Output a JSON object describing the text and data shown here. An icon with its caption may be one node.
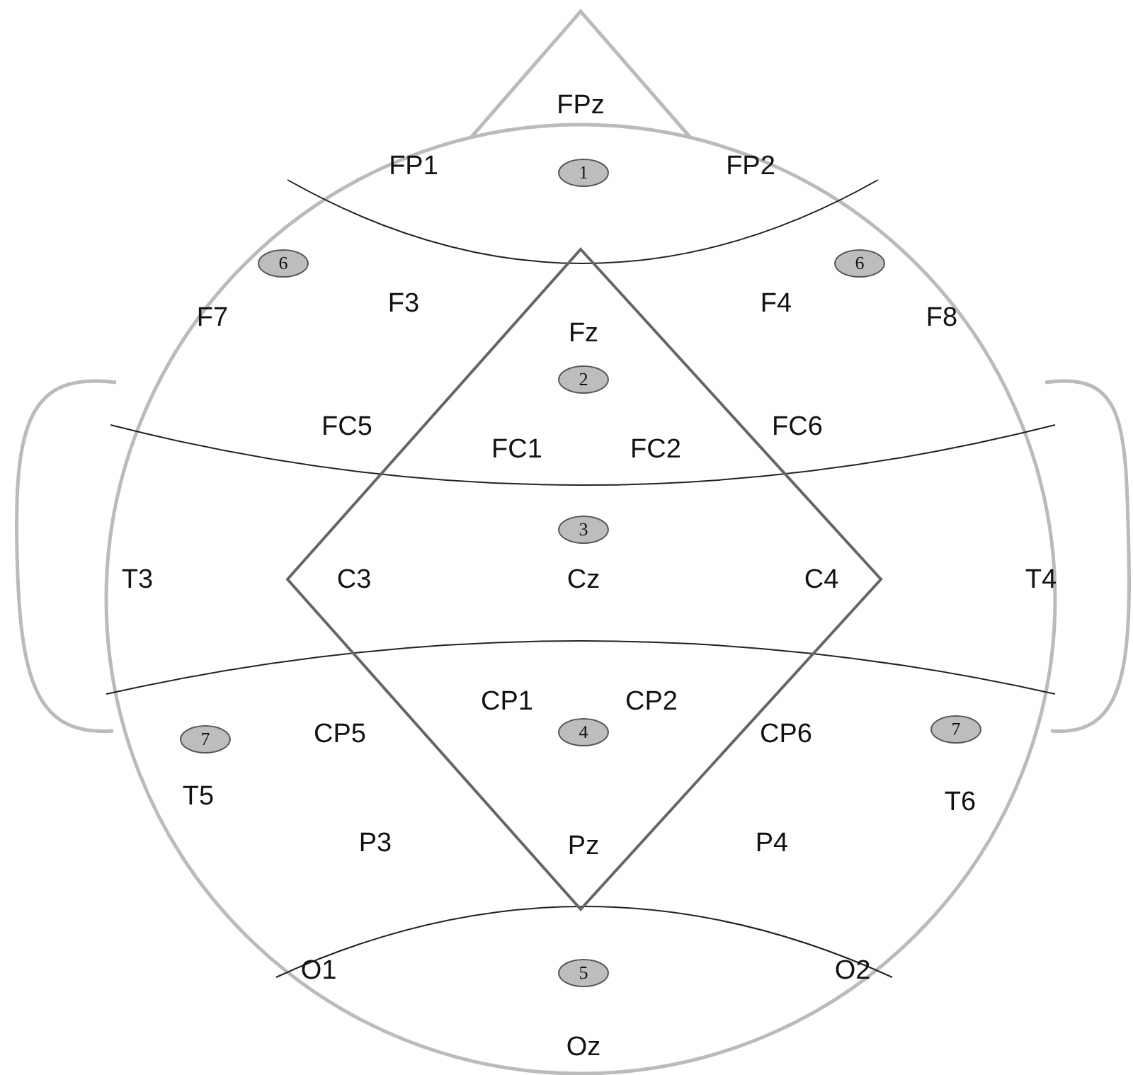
{
  "diagram": {
    "nodes": [
      {
        "text": [
          "1"
        ]
      },
      {
        "text": [
          "6"
        ]
      },
      {
        "text": [
          "6"
        ]
      },
      {
        "text": [
          "2"
        ]
      },
      {
        "text": [
          "3"
        ]
      },
      {
        "text": [
          "7"
        ]
      },
      {
        "text": [
          "4"
        ]
      },
      {
        "text": [
          "7"
        ]
      },
      {
        "text": [
          "5"
        ]
      }
    ],
    "labels": [
      "FPz",
      "FP1",
      "FP2",
      "F7",
      "F3",
      "F4",
      "F8",
      "Fz",
      "FC5",
      "FC1",
      "FC2",
      "FC6",
      "T3",
      "C3",
      "Cz",
      "C4",
      "T4",
      "CP1",
      "CP2",
      "CP5",
      "CP6",
      "T5",
      "T6",
      "P3",
      "Pz",
      "P4",
      "O1",
      "O2",
      "Oz"
    ]
  }
}
